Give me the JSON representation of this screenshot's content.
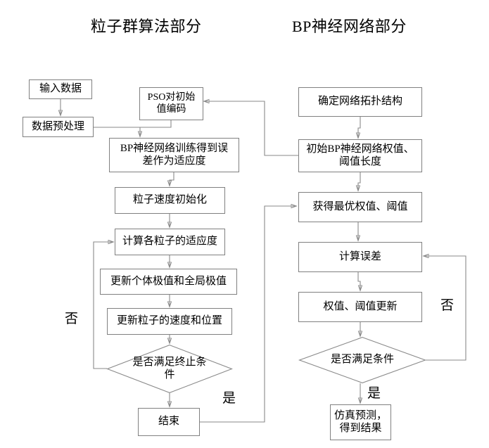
{
  "titles": {
    "left": "粒子群算法部分",
    "right": "BP神经网络部分"
  },
  "left_column": {
    "input_data": "输入数据",
    "preprocess": "数据预处理",
    "pso_encode": "PSO对初始\n值编码",
    "bp_train_fitness": "BP神经网络训练得到误\n差作为适应度",
    "velocity_init": "粒子速度初始化",
    "compute_fitness": "计算各粒子的适应度",
    "update_extrema": "更新个体极值和全局极值",
    "update_velocity_position": "更新粒子的速度和位置",
    "decision_terminate": "是否满足终止条\n件",
    "end": "结束"
  },
  "right_column": {
    "determine_topology": "确定网络拓扑结构",
    "init_bp_weights": "初始BP神经网络权值、\n阈值长度",
    "optimal_weights": "获得最优权值、阈值",
    "compute_error": "计算误差",
    "update_weights": "权值、阈值更新",
    "decision_condition": "是否满足条件",
    "simulate_predict": "仿真预测，\n得到结果"
  },
  "edge_labels": {
    "left_no": "否",
    "left_yes": "是",
    "right_no": "否",
    "right_yes": "是"
  },
  "colors": {
    "background": "#ffffff",
    "box_border": "#808080",
    "connector": "#8a8a8a",
    "text": "#000000"
  }
}
